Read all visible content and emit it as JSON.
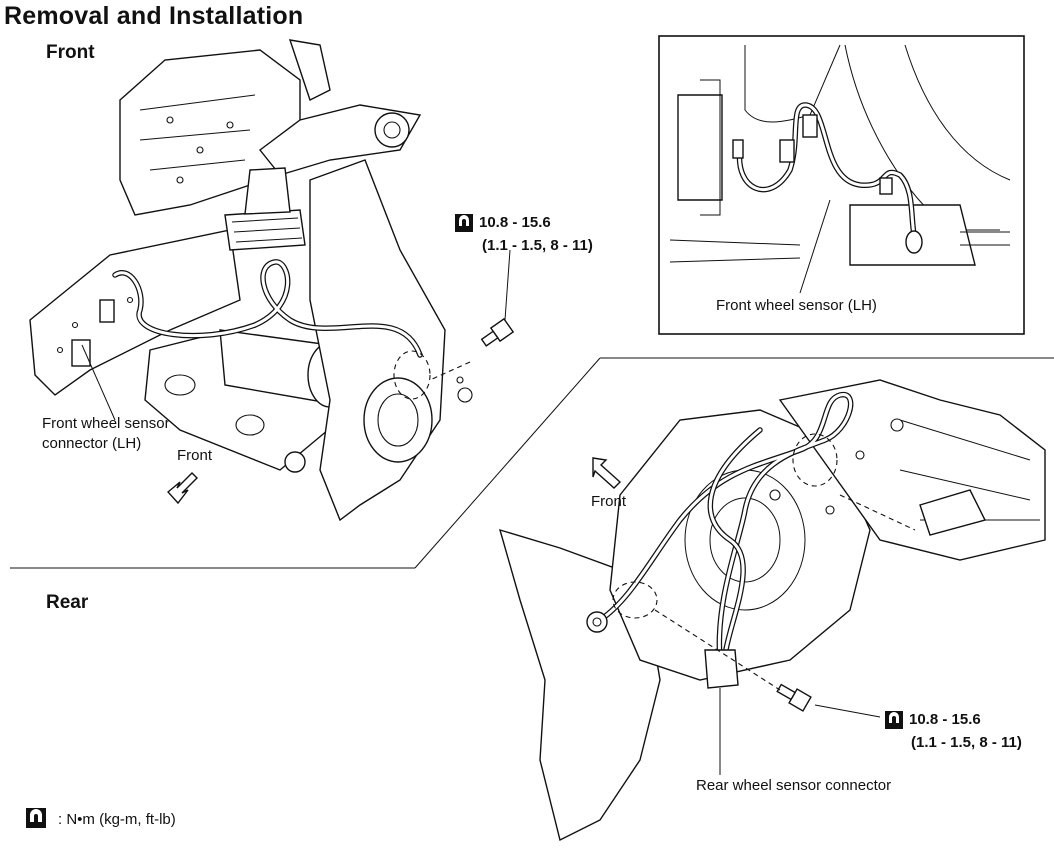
{
  "title": "Removal and Installation",
  "sections": {
    "front": "Front",
    "rear": "Rear"
  },
  "front_view": {
    "connector_label_line1": "Front wheel sensor",
    "connector_label_line2": "connector (LH)",
    "direction_label": "Front",
    "torque_value": "10.8 - 15.6",
    "torque_sub": "(1.1 - 1.5, 8 - 11)"
  },
  "inset_view": {
    "sensor_label": "Front wheel sensor (LH)"
  },
  "rear_view": {
    "direction_label": "Front",
    "torque_value": "10.8 - 15.6",
    "torque_sub": "(1.1 - 1.5, 8 - 11)",
    "connector_label": "Rear wheel sensor connector"
  },
  "legend": {
    "units": ": N•m  (kg-m,  ft-lb)"
  }
}
